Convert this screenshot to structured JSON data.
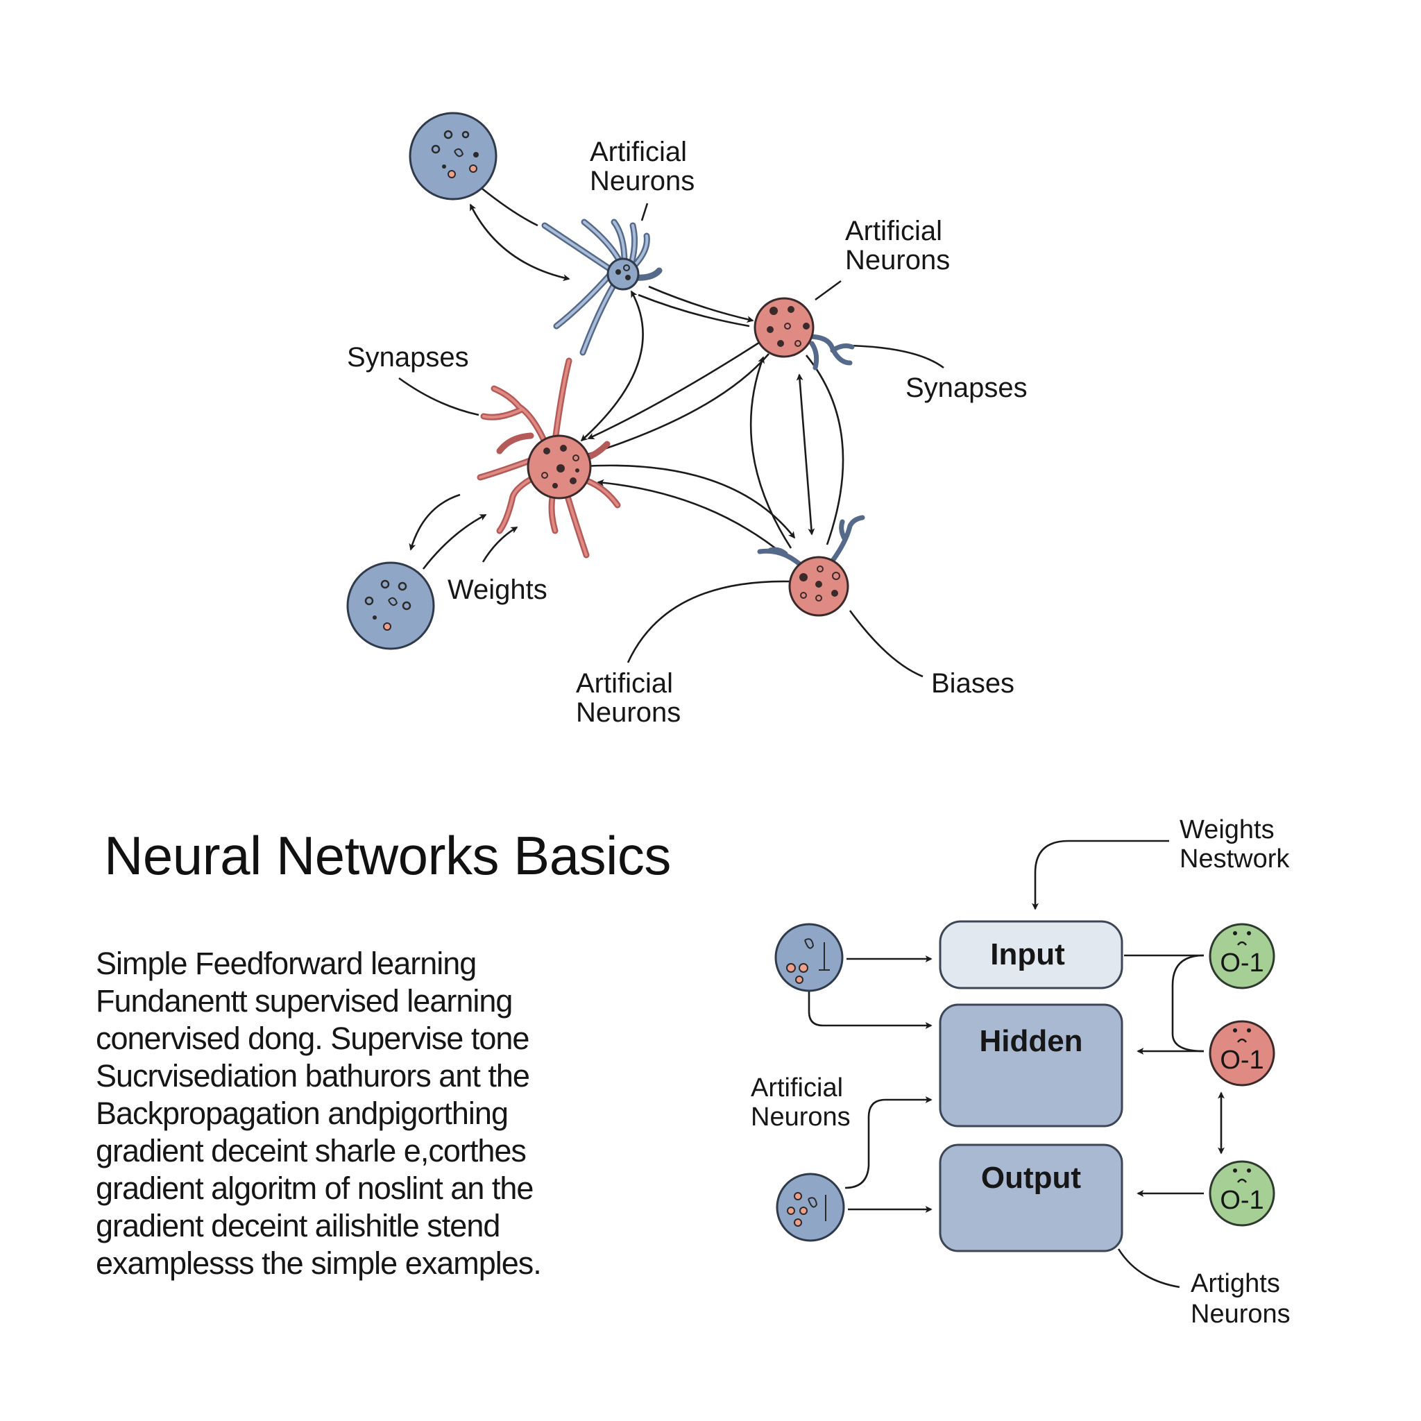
{
  "network_labels": {
    "top_artificial_neurons": [
      "Artificial",
      "Neurons"
    ],
    "right_artificial_neurons": [
      "Artificial",
      "Neurons"
    ],
    "left_synapses": "Synapses",
    "right_synapses": "Synapses",
    "weights": "Weights",
    "bottom_artificial_neurons": [
      "Artificial",
      "Neurons"
    ],
    "biases": "Biases"
  },
  "title": "Neural Networks Basics",
  "body_lines": [
    "Simple Feedforward learning",
    "Fundanentt supervised learning",
    "conervised dong. Supervise tone",
    "Sucrvisediation bathurors ant the",
    "Backpropagation andpigorthing",
    "gradient deceint sharle e,corthes",
    "gradient algoritm of noslint an the",
    "gradient deceint ailishitle stend",
    "examplesss the simple examples."
  ],
  "flow": {
    "weights_label": [
      "Weights",
      "Nestwork"
    ],
    "input_label": "Input",
    "hidden_label": "Hidden",
    "output_label": "Output",
    "artificial_neurons_label": [
      "Artificial",
      "Neurons"
    ],
    "artights_label": [
      "Artights",
      "Neurons"
    ],
    "node_values": [
      "O-1",
      "O-1",
      "O-1"
    ]
  },
  "colors": {
    "blue_neuron": "#8fa6c6",
    "red_neuron": "#e08a84",
    "green_node": "#a6cf96",
    "input_box": "#e2e8f0",
    "layer_box": "#a9b9d2",
    "outline": "#3c4656"
  }
}
